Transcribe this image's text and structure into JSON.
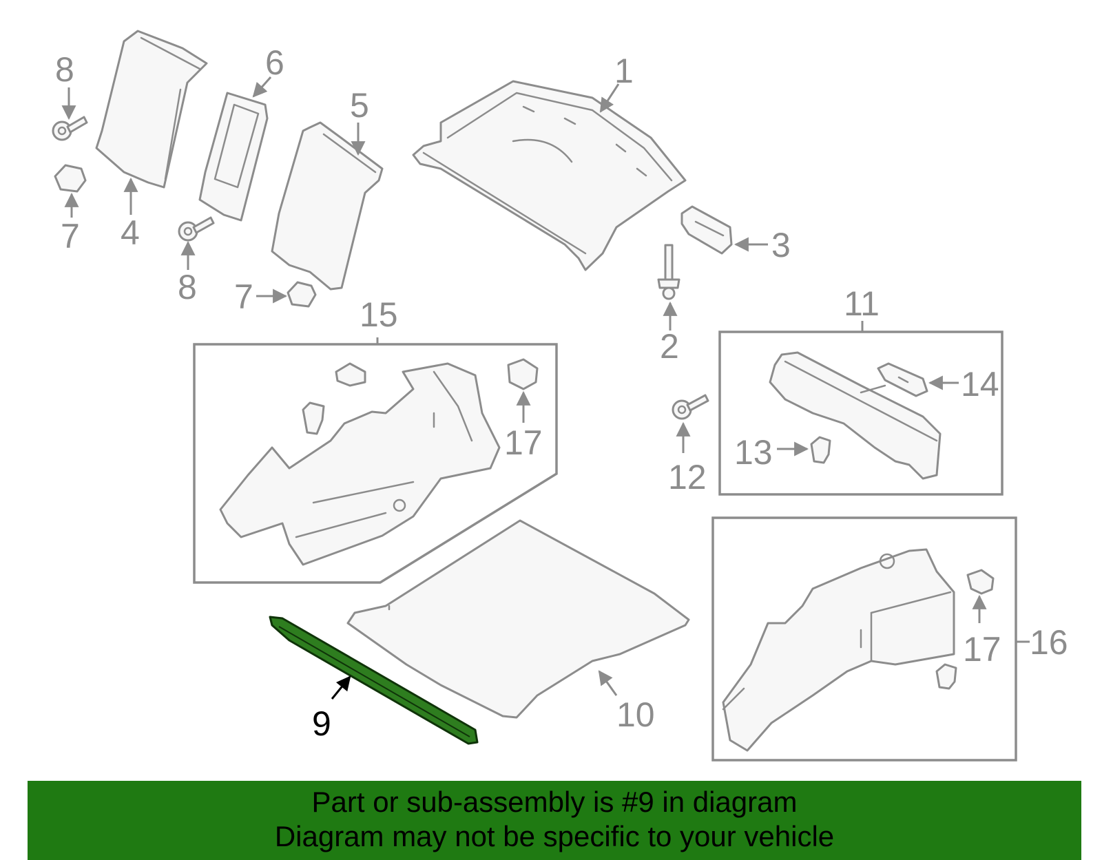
{
  "callouts": {
    "c1": "1",
    "c2": "2",
    "c3": "3",
    "c4": "4",
    "c5": "5",
    "c6": "6",
    "c7a": "7",
    "c7b": "7",
    "c8a": "8",
    "c8b": "8",
    "c9": "9",
    "c10": "10",
    "c11": "11",
    "c12": "12",
    "c13": "13",
    "c14": "14",
    "c15": "15",
    "c16": "16",
    "c17a": "17",
    "c17b": "17"
  },
  "highlighted_part": "9",
  "colors": {
    "line": "#8c8c8c",
    "highlight": "#2e7d1f",
    "banner": "#1f7a12"
  },
  "banner": {
    "line1": "Part or sub-assembly is #9 in diagram",
    "line2": "Diagram may not be specific to your vehicle"
  }
}
